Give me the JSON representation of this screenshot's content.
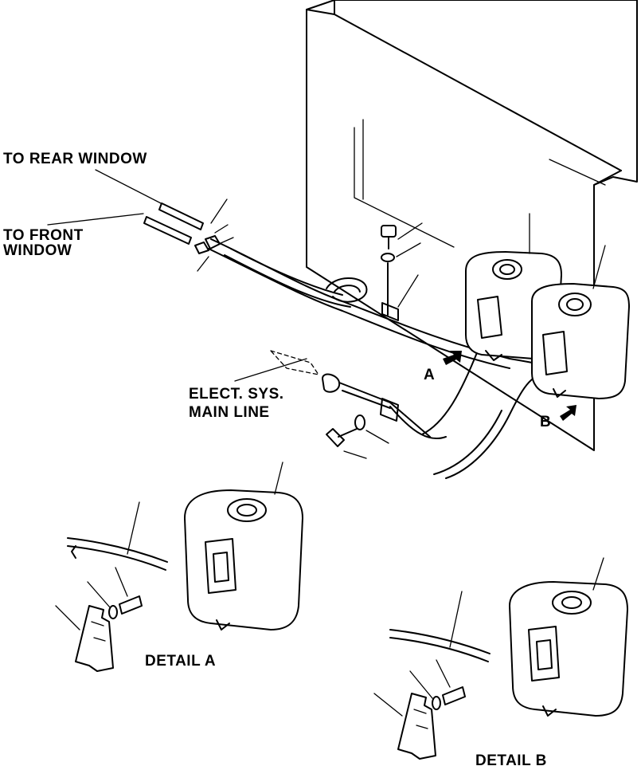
{
  "labels": {
    "rear_window": "TO REAR WINDOW",
    "front_window_line1": "TO FRONT",
    "front_window_line2": "WINDOW",
    "elect_line1": "ELECT. SYS.",
    "elect_line2": "MAIN LINE",
    "ref_a": "A",
    "ref_b": "B",
    "detail_a": "DETAIL A",
    "detail_b": "DETAIL B"
  },
  "colors": {
    "ink": "#000000",
    "paper": "#ffffff"
  }
}
